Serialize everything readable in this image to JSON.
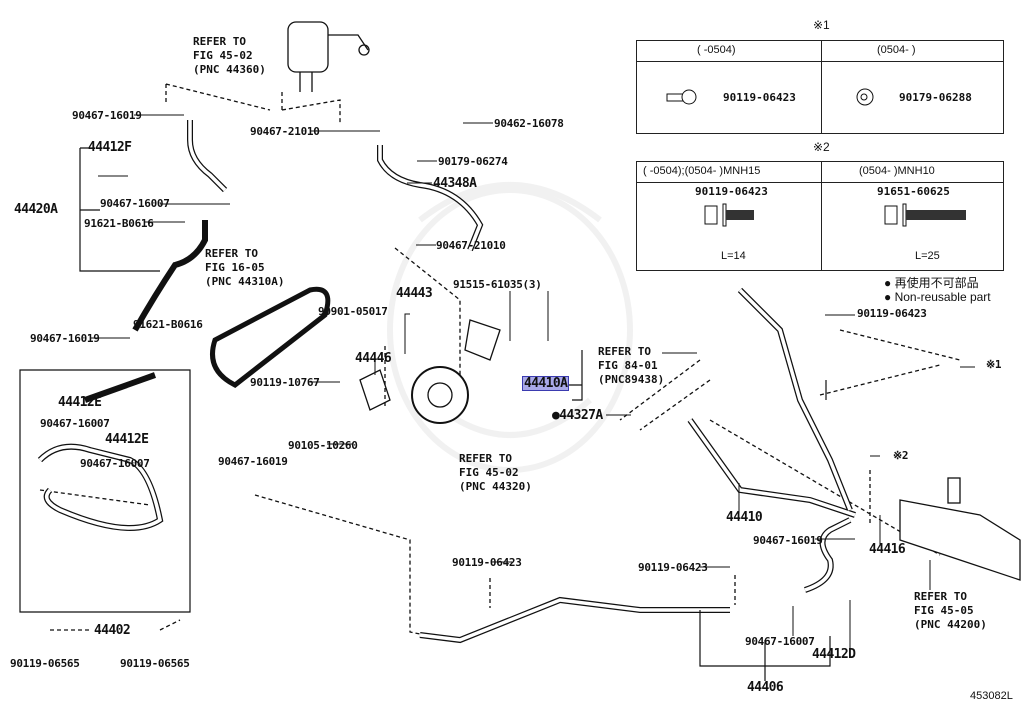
{
  "diagram": {
    "figure_id": "453082L",
    "tables": [
      {
        "marker": "※1",
        "columns": [
          {
            "header": "(      -0504)",
            "part": "90119-06423"
          },
          {
            "header": "(0504-      )",
            "part": "90179-06288"
          }
        ]
      },
      {
        "marker": "※2",
        "columns": [
          {
            "header": "(      -0504);(0504-       )MNH15",
            "part": "90119-06423",
            "length": "L=14"
          },
          {
            "header": "(0504-       )MNH10",
            "part": "91651-60625",
            "length": "L=25"
          }
        ]
      }
    ],
    "legend": {
      "jp": "● 再使用不可部品",
      "en": "● Non-reusable part"
    },
    "references": {
      "reservoir": [
        "REFER TO",
        "FIG 45-02",
        "(PNC 44360)"
      ],
      "belt": [
        "REFER TO",
        "FIG 16-05",
        "(PNC 44310A)"
      ],
      "sensor": [
        "REFER TO",
        "FIG 84-01",
        "(PNC89438)"
      ],
      "pump": [
        "REFER TO",
        "FIG 45-02",
        "(PNC 44320)"
      ],
      "rack": [
        "REFER TO",
        "FIG 45-05",
        "(PNC 44200)"
      ]
    },
    "labels": {
      "p90467_16019_a": "90467-16019",
      "p90467_21010_a": "90467-21010",
      "p90462_16078": "90462-16078",
      "p90179_06274": "90179-06274",
      "p44412F": "44412F",
      "p44348A": "44348A",
      "p44420A": "44420A",
      "p90467_16007_a": "90467-16007",
      "p91621_B0616_a": "91621-B0616",
      "p90467_21010_b": "90467-21010",
      "p91515_61035": "91515-61035(3)",
      "p44443": "44443",
      "p90901_05017": "90901-05017",
      "p91621_B0616_b": "91621-B0616",
      "p90467_16019_b": "90467-16019",
      "p44446": "44446",
      "p90119_10767": "90119-10767",
      "p44410A": "44410A",
      "p44327A": "●44327A",
      "p90105_10260": "90105-10260",
      "p44412E_a": "44412E",
      "p90467_16007_b": "90467-16007",
      "p44412E_b": "44412E",
      "p90467_16007_c": "90467-16007",
      "p90467_16019_c": "90467-16019",
      "p90119_06423_a": "90119-06423",
      "mark1": "※1",
      "mark2": "※2",
      "p44410": "44410",
      "p90467_16019_d": "90467-16019",
      "p44416": "44416",
      "p90119_06423_b": "90119-06423",
      "p90119_06423_c": "90119-06423",
      "p90467_16007_d": "90467-16007",
      "p44412D": "44412D",
      "p44406": "44406",
      "p44402": "44402",
      "p90119_06565_a": "90119-06565",
      "p90119_06565_b": "90119-06565"
    },
    "highlight_color": "#a9a9e8"
  }
}
